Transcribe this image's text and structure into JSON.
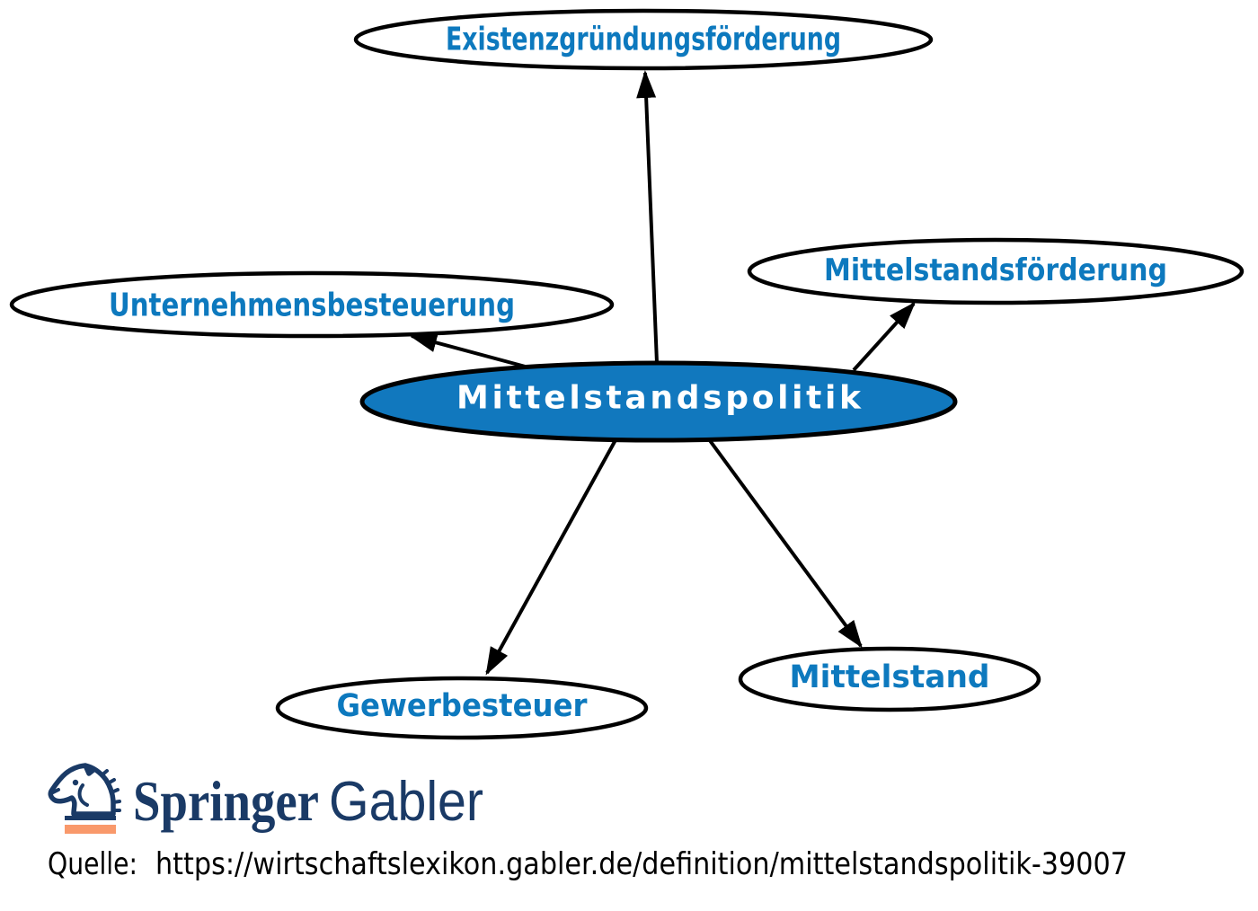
{
  "diagram": {
    "center_node": {
      "label": "Mittelstandspolitik"
    },
    "nodes": [
      {
        "id": "existenzgruendungsfoerderung",
        "label": "Existenzgründungsförderung"
      },
      {
        "id": "unternehmensbesteuerung",
        "label": "Unternehmensbesteuerung"
      },
      {
        "id": "mittelstandsfoerderung",
        "label": "Mittelstandsförderung"
      },
      {
        "id": "gewerbesteuer",
        "label": "Gewerbesteuer"
      },
      {
        "id": "mittelstand",
        "label": "Mittelstand"
      }
    ],
    "edges": [
      {
        "from": "Mittelstandspolitik",
        "to": "Existenzgründungsförderung"
      },
      {
        "from": "Mittelstandspolitik",
        "to": "Unternehmensbesteuerung"
      },
      {
        "from": "Mittelstandspolitik",
        "to": "Mittelstandsförderung"
      },
      {
        "from": "Mittelstandspolitik",
        "to": "Gewerbesteuer"
      },
      {
        "from": "Mittelstandspolitik",
        "to": "Mittelstand"
      }
    ]
  },
  "branding": {
    "publisher_primary": "Springer",
    "publisher_secondary": "Gabler",
    "horse_icon": "springer-horse-icon"
  },
  "source": {
    "prefix": "Quelle:",
    "url": "https://wirtschaftslexikon.gabler.de/definition/mittelstandspolitik-39007"
  },
  "colors": {
    "center_fill": "#1178BE",
    "center_text": "#FFFFFF",
    "label_blue": "#0D79BE",
    "outline_black": "#000000",
    "logo_navy": "#1A3A66",
    "logo_orange": "#F9996B"
  }
}
